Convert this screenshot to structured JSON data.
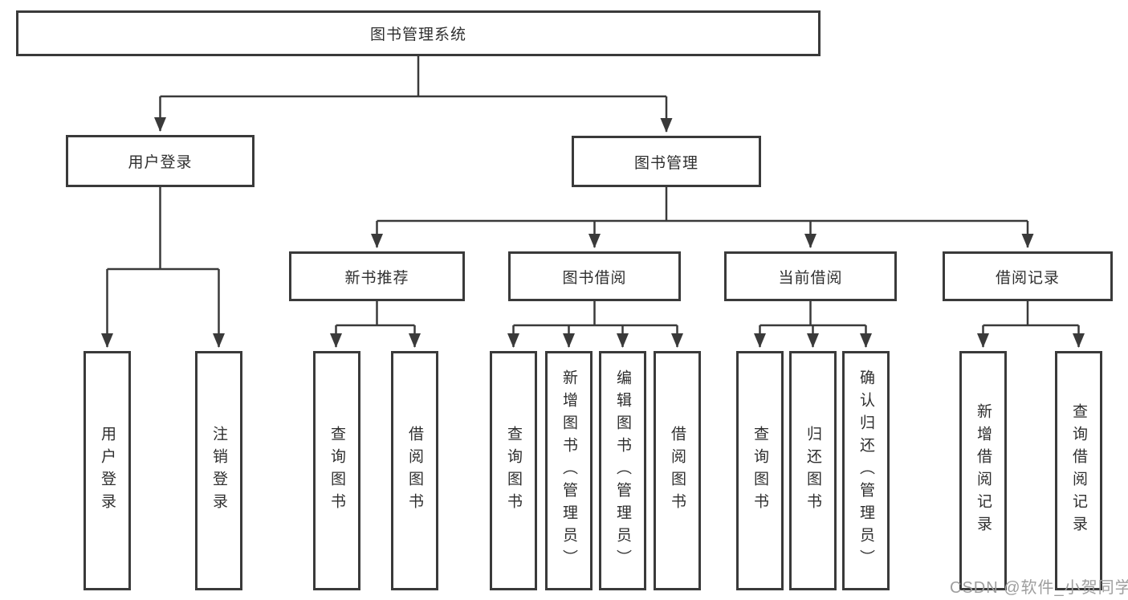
{
  "diagram": {
    "root": {
      "label": "图书管理系统"
    },
    "level2": {
      "user_login": {
        "label": "用户登录"
      },
      "book_management": {
        "label": "图书管理"
      }
    },
    "level3": {
      "new_book_recommend": {
        "label": "新书推荐"
      },
      "book_borrowing": {
        "label": "图书借阅"
      },
      "current_borrowing": {
        "label": "当前借阅"
      },
      "borrow_records": {
        "label": "借阅记录"
      }
    },
    "leaves": {
      "user_login": [
        "用户登录",
        "注销登录"
      ],
      "new_book_recommend": [
        "查询图书",
        "借阅图书"
      ],
      "book_borrowing": [
        "查询图书",
        "新增图书（管理员）",
        "编辑图书（管理员）",
        "借阅图书"
      ],
      "current_borrowing": [
        "查询图书",
        "归还图书",
        "确认归还（管理员）"
      ],
      "borrow_records": [
        "新增借阅记录",
        "查询借阅记录"
      ]
    },
    "colors": {
      "line": "#3a3a3a",
      "box_border": "#3a3a3a",
      "box_fill": "#ffffff",
      "text": "#2f2f2f",
      "watermark": "#9e9e9e",
      "background": "#ffffff"
    },
    "watermark": "CSDN @软件_小贺同学"
  }
}
